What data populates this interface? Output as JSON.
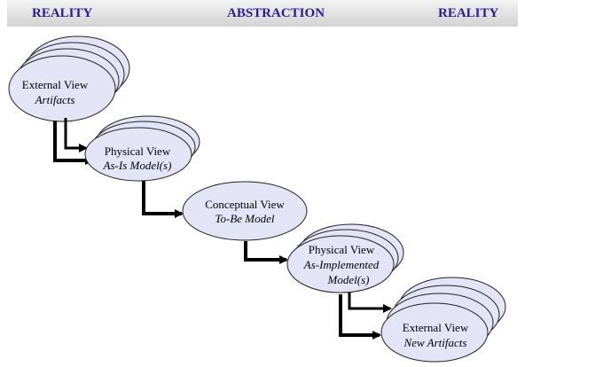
{
  "header": {
    "left_label": "REALITY",
    "center_label": "ABSTRACTION",
    "right_label": "REALITY"
  },
  "nodes": {
    "external_view": {
      "title": "External View",
      "subtitle": "Artifacts"
    },
    "physical_view_as_is": {
      "title": "Physical View",
      "subtitle": "As-Is Model(s)"
    },
    "conceptual_view": {
      "title": "Conceptual View",
      "subtitle": "To-Be Model"
    },
    "physical_view_implemented": {
      "title": "Physical View",
      "subtitle_line1": "As-Implemented",
      "subtitle_line2": "Model(s)"
    },
    "external_view_new": {
      "title": "External View",
      "subtitle": "New Artifacts"
    }
  },
  "colors": {
    "ellipse_fill": "#e4e4f7",
    "ellipse_stroke": "#222222",
    "arrow": "#000000",
    "header_text": "#2b1a9a",
    "banner_top": "#f3f3f3",
    "banner_bottom": "#d2d2d2"
  }
}
